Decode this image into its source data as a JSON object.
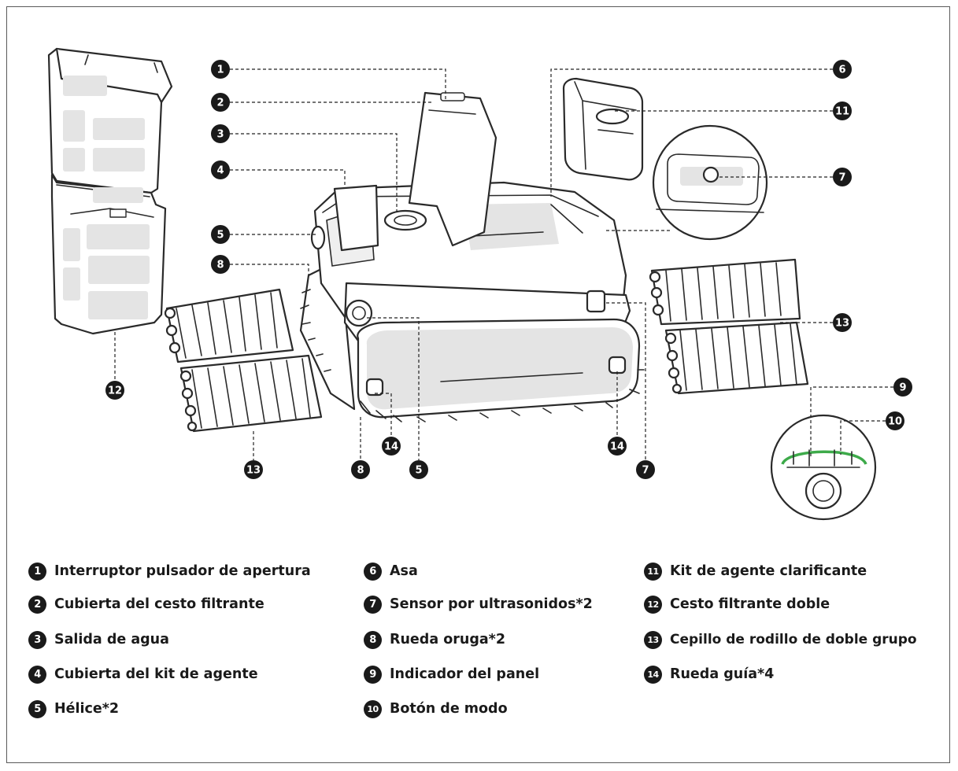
{
  "legend": [
    {
      "num": "1",
      "label": "Interruptor pulsador de apertura"
    },
    {
      "num": "2",
      "label": "Cubierta del cesto filtrante"
    },
    {
      "num": "3",
      "label": "Salida de agua"
    },
    {
      "num": "4",
      "label": "Cubierta del kit de agente"
    },
    {
      "num": "5",
      "label": "Hélice*2"
    },
    {
      "num": "6",
      "label": "Asa"
    },
    {
      "num": "7",
      "label": "Sensor por ultrasonidos*2"
    },
    {
      "num": "8",
      "label": "Rueda oruga*2"
    },
    {
      "num": "9",
      "label": "Indicador del panel"
    },
    {
      "num": "10",
      "label": "Botón de modo"
    },
    {
      "num": "11",
      "label": "Kit de agente clarificante"
    },
    {
      "num": "12",
      "label": "Cesto filtrante doble"
    },
    {
      "num": "13",
      "label": "Cepillo de rodillo de doble grupo"
    },
    {
      "num": "14",
      "label": "Rueda guía*4"
    }
  ],
  "diagram_badges": [
    "1",
    "2",
    "3",
    "4",
    "5",
    "8",
    "6",
    "11",
    "7",
    "13",
    "9",
    "10",
    "12",
    "13",
    "8",
    "14",
    "5",
    "14",
    "7"
  ],
  "colors": {
    "outline": "#2a2a2a",
    "fill_gray": "#e4e4e4",
    "indicator_green": "#3daa4a",
    "badge": "#1a1a1a"
  }
}
